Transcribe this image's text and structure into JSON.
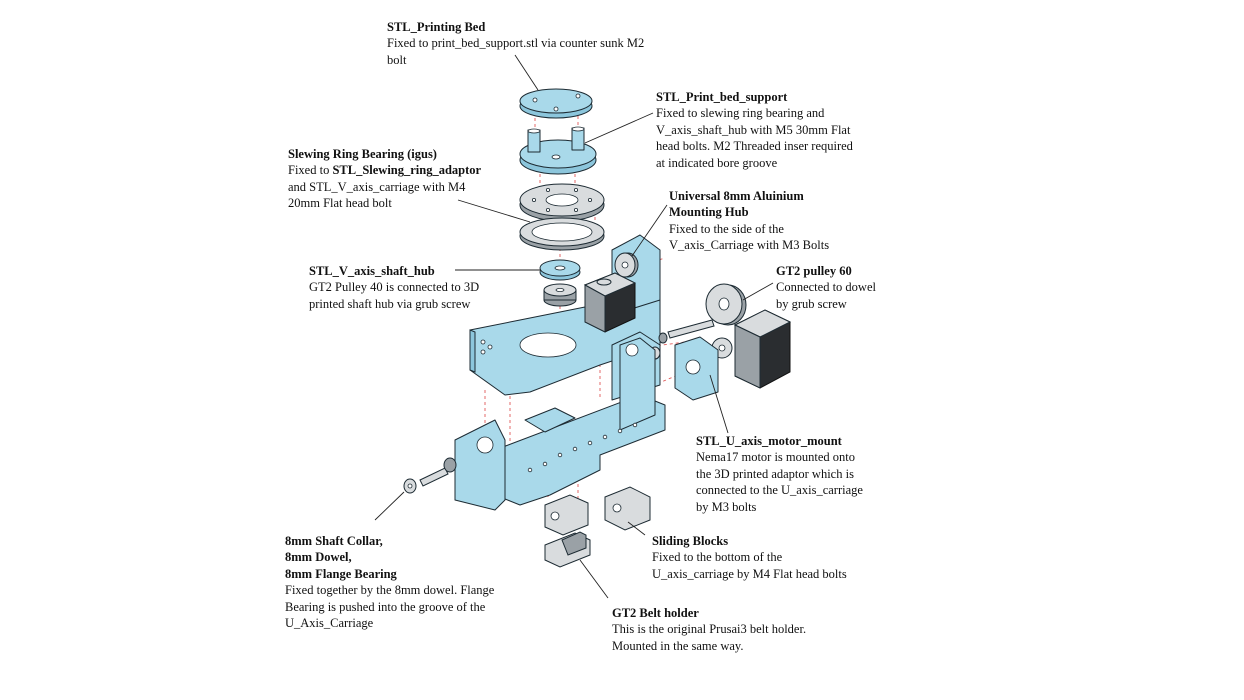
{
  "labels": {
    "printing_bed": {
      "title": "STL_Printing Bed",
      "line1": "Fixed to print_bed_support.stl via counter sunk M2",
      "line2": "bolt"
    },
    "print_bed_support": {
      "title": "STL_Print_bed_support",
      "line1": "Fixed to slewing ring bearing and",
      "line2": "V_axis_shaft_hub with M5 30mm Flat",
      "line3": "head bolts. M2 Threaded inser required",
      "line4": "at indicated bore groove"
    },
    "slewing_ring": {
      "title": "Slewing Ring Bearing (igus)",
      "line1_prefix": "Fixed to ",
      "line1_bold": "STL_Slewing_ring_adaptor",
      "line2": "and STL_V_axis_carriage with M4",
      "line3": "20mm Flat head bolt"
    },
    "mounting_hub": {
      "title1": "Universal 8mm Aluinium",
      "title2": "Mounting Hub",
      "line1": "Fixed to the side of the",
      "line2": "V_axis_Carriage with M3 Bolts"
    },
    "v_axis_shaft_hub": {
      "title": "STL_V_axis_shaft_hub",
      "line1": "GT2 Pulley 40 is connected to 3D",
      "line2": "printed shaft hub via grub screw"
    },
    "gt2_pulley_60": {
      "title": "GT2 pulley 60",
      "line1": "Connected to dowel",
      "line2": "by grub screw"
    },
    "u_axis_motor_mount": {
      "title": "STL_U_axis_motor_mount",
      "line1": "Nema17 motor is mounted onto",
      "line2": "the 3D printed adaptor which is",
      "line3": "connected to the U_axis_carriage",
      "line4": "by M3 bolts"
    },
    "shaft_collar": {
      "title1": "8mm Shaft Collar,",
      "title2": "8mm Dowel,",
      "title3": "8mm Flange Bearing",
      "line1": "Fixed together by the 8mm dowel. Flange",
      "line2": "Bearing is pushed into the groove of the",
      "line3": "U_Axis_Carriage"
    },
    "sliding_blocks": {
      "title": "Sliding Blocks",
      "line1": "Fixed to the bottom of the",
      "line2": "U_axis_carriage by M4 Flat head bolts"
    },
    "belt_holder": {
      "title": "GT2 Belt holder",
      "line1": "This is the original Prusai3 belt holder.",
      "line2": "Mounted in the same way."
    }
  },
  "colors": {
    "part_fill": "#a9d9ea",
    "outline": "#1d2b33",
    "metal": "#d9dcde",
    "motor_body": "#2a2d30",
    "hidden_line": "#e05a5a"
  }
}
